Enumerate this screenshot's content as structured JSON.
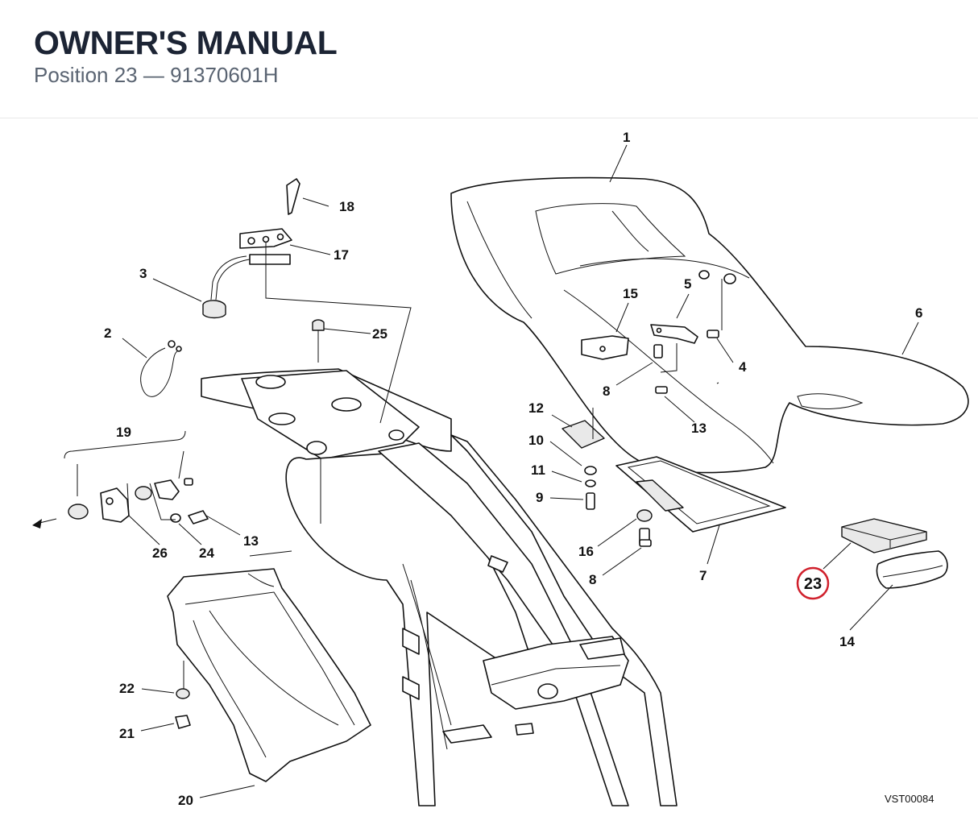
{
  "header": {
    "title": "OWNER'S MANUAL",
    "subtitle": "Position 23 — 91370601H"
  },
  "diagram": {
    "reference_code": "VST00084",
    "highlight_color": "#d0202c",
    "labels": [
      {
        "id": "p1",
        "text": "1"
      },
      {
        "id": "p2",
        "text": "2"
      },
      {
        "id": "p3",
        "text": "3"
      },
      {
        "id": "p4",
        "text": "4"
      },
      {
        "id": "p5",
        "text": "5"
      },
      {
        "id": "p6",
        "text": "6"
      },
      {
        "id": "p7",
        "text": "7"
      },
      {
        "id": "p8a",
        "text": "8"
      },
      {
        "id": "p8b",
        "text": "8"
      },
      {
        "id": "p9",
        "text": "9"
      },
      {
        "id": "p10",
        "text": "10"
      },
      {
        "id": "p11",
        "text": "11"
      },
      {
        "id": "p12",
        "text": "12"
      },
      {
        "id": "p13a",
        "text": "13"
      },
      {
        "id": "p13b",
        "text": "13"
      },
      {
        "id": "p14",
        "text": "14"
      },
      {
        "id": "p15",
        "text": "15"
      },
      {
        "id": "p16",
        "text": "16"
      },
      {
        "id": "p17",
        "text": "17"
      },
      {
        "id": "p18",
        "text": "18"
      },
      {
        "id": "p19",
        "text": "19"
      },
      {
        "id": "p20",
        "text": "20"
      },
      {
        "id": "p21",
        "text": "21"
      },
      {
        "id": "p22",
        "text": "22"
      },
      {
        "id": "p23",
        "text": "23"
      },
      {
        "id": "p24",
        "text": "24"
      },
      {
        "id": "p25",
        "text": "25"
      },
      {
        "id": "p26",
        "text": "26"
      }
    ]
  }
}
